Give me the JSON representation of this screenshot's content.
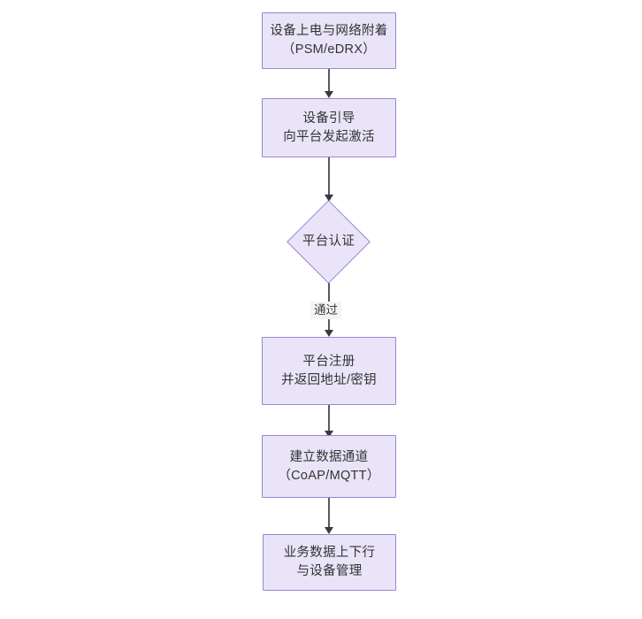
{
  "diagram": {
    "type": "flowchart",
    "orientation": "top-to-bottom",
    "theme": {
      "node_fill": "#e9e4f8",
      "node_border": "#9a85d6",
      "node_text": "#333333",
      "edge_color": "#555a60",
      "arrowhead_color": "#3a3a3e",
      "edge_label_background": "#f4f4f4",
      "canvas_background": "#ffffff"
    },
    "nodes": [
      {
        "id": "power-on",
        "shape": "rectangle",
        "line1": "设备上电与网络附着",
        "line2": "（PSM/eDRX）"
      },
      {
        "id": "bootstrap",
        "shape": "rectangle",
        "line1": "设备引导",
        "line2": "向平台发起激活"
      },
      {
        "id": "platform-auth",
        "shape": "diamond",
        "line1": "平台认证"
      },
      {
        "id": "platform-register",
        "shape": "rectangle",
        "line1": "平台注册",
        "line2": "并返回地址/密钥"
      },
      {
        "id": "data-channel",
        "shape": "rectangle",
        "line1": "建立数据通道",
        "line2": "（CoAP/MQTT）"
      },
      {
        "id": "service-data",
        "shape": "rectangle",
        "line1": "业务数据上下行",
        "line2": "与设备管理"
      }
    ],
    "edges": [
      {
        "id": "e1",
        "from": "power-on",
        "to": "bootstrap",
        "label": ""
      },
      {
        "id": "e2",
        "from": "bootstrap",
        "to": "platform-auth",
        "label": ""
      },
      {
        "id": "e3",
        "from": "platform-auth",
        "to": "platform-register",
        "label": "通过"
      },
      {
        "id": "e4",
        "from": "platform-register",
        "to": "data-channel",
        "label": ""
      },
      {
        "id": "e5",
        "from": "data-channel",
        "to": "service-data",
        "label": ""
      }
    ]
  }
}
